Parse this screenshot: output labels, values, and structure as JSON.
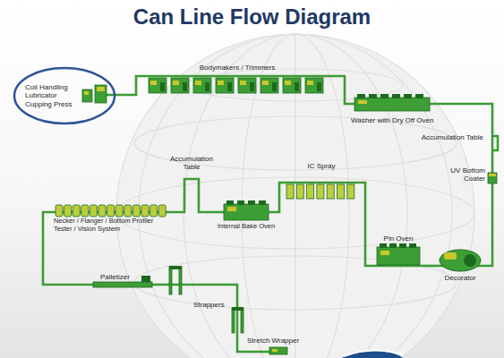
{
  "diagram": {
    "title": "Can Line Flow Diagram",
    "nodes": [
      {
        "text": [
          "Coil Handling",
          "Lubricator",
          "Cupping Press"
        ]
      },
      {
        "text": [
          "Bodymakers / Trimmers"
        ]
      },
      {
        "text": [
          "Washer with Dry Off Oven"
        ]
      },
      {
        "text": [
          "Accumulation Table"
        ]
      },
      {
        "text": [
          "UV Bottom Coater"
        ]
      },
      {
        "text": [
          "Decorator"
        ]
      },
      {
        "text": [
          "Pin Oven"
        ]
      },
      {
        "text": [
          "IC Spray"
        ]
      },
      {
        "text": [
          "Internal Bake Oven"
        ]
      },
      {
        "text": [
          "Accumulation Table"
        ]
      },
      {
        "text": [
          "Necker / Flanger / Bottom Profiler",
          "Tester / Vision System"
        ]
      },
      {
        "text": [
          "Palletizer"
        ]
      },
      {
        "text": [
          "Strappers"
        ]
      },
      {
        "text": [
          "Stretch Wrapper"
        ]
      }
    ],
    "edges": [
      {
        "from": 0,
        "to": 1,
        "arrow": "none"
      },
      {
        "from": 1,
        "to": 2,
        "arrow": "none"
      },
      {
        "from": 2,
        "to": 3,
        "arrow": "none"
      },
      {
        "from": 3,
        "to": 4,
        "arrow": "none"
      },
      {
        "from": 4,
        "to": 5,
        "arrow": "none"
      },
      {
        "from": 5,
        "to": 6,
        "arrow": "none"
      },
      {
        "from": 6,
        "to": 7,
        "arrow": "none"
      },
      {
        "from": 7,
        "to": 8,
        "arrow": "none"
      },
      {
        "from": 8,
        "to": 9,
        "arrow": "none"
      },
      {
        "from": 9,
        "to": 10,
        "arrow": "none"
      },
      {
        "from": 10,
        "to": 11,
        "arrow": "none"
      },
      {
        "from": 11,
        "to": 12,
        "arrow": "none"
      },
      {
        "from": 12,
        "to": 13,
        "arrow": "none"
      }
    ]
  }
}
